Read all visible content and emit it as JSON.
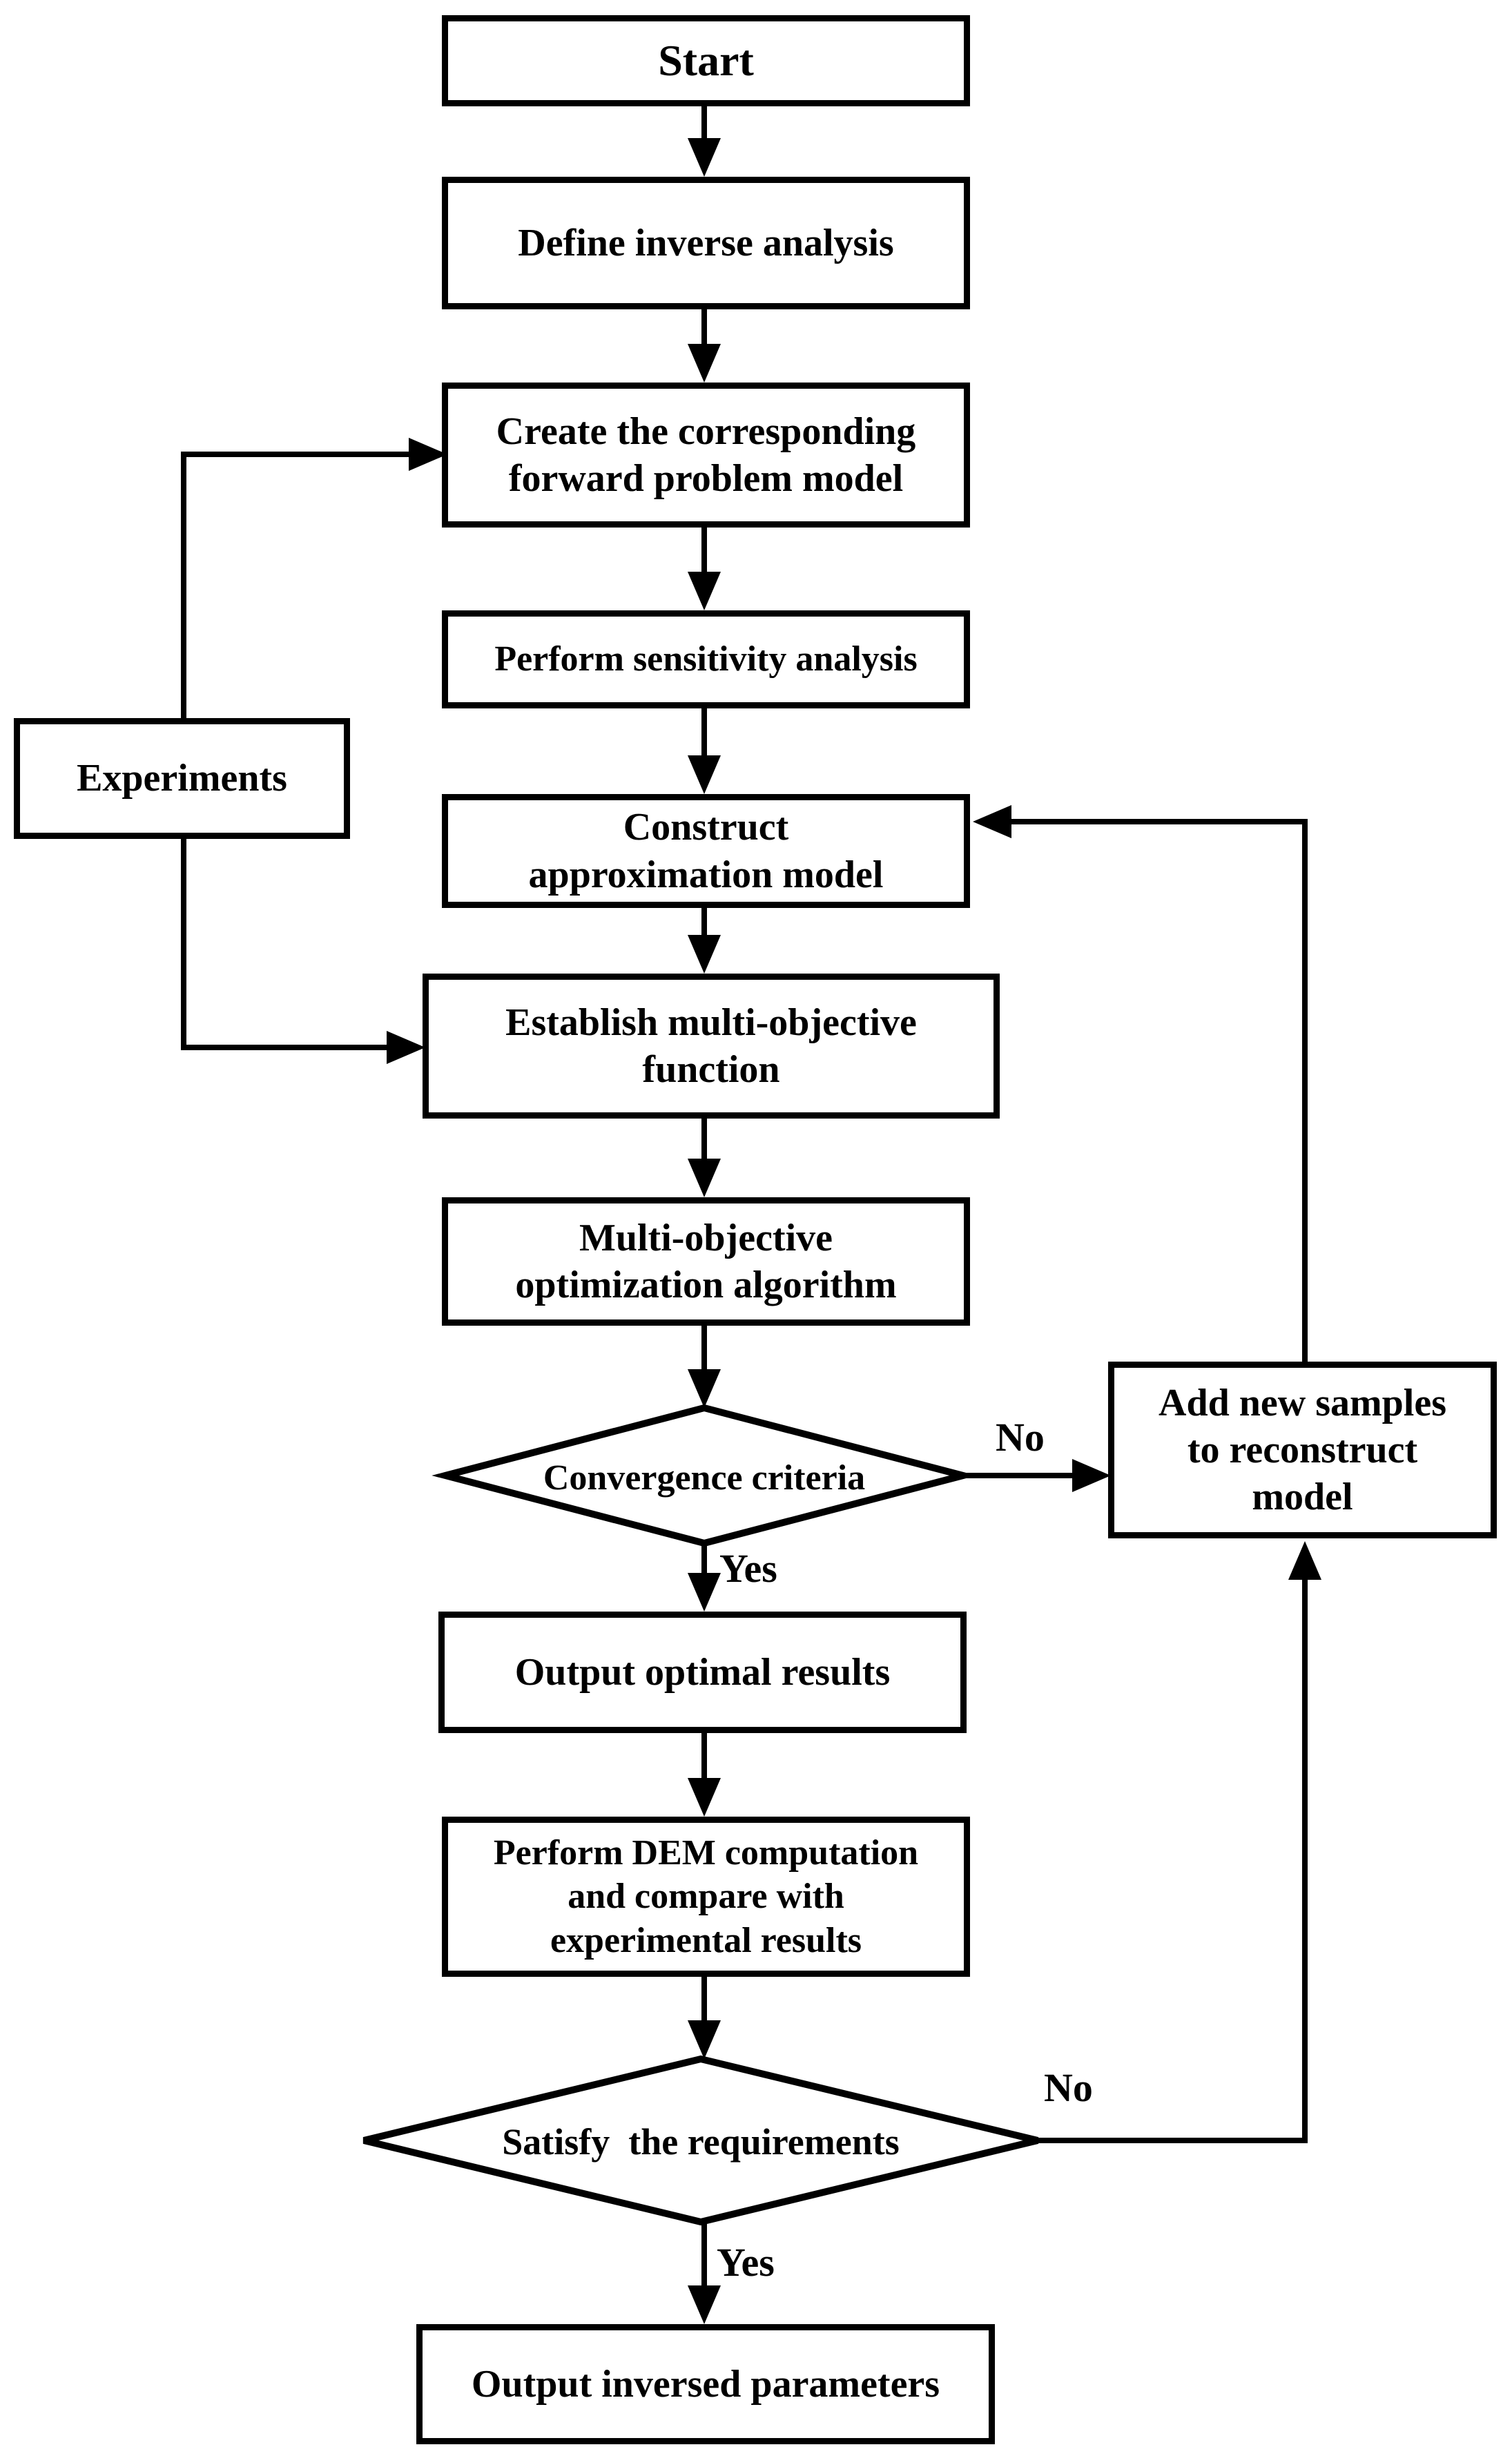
{
  "figure": {
    "type": "flowchart",
    "background_color": "#ffffff",
    "stroke_color": "#000000",
    "text_color": "#000000"
  },
  "nodes": {
    "start": {
      "lines": [
        "Start"
      ]
    },
    "define_inverse": {
      "lines": [
        "Define inverse analysis"
      ]
    },
    "create_forward": {
      "lines": [
        "Create the corresponding",
        "forward problem model"
      ]
    },
    "sensitivity": {
      "lines": [
        "Perform sensitivity analysis"
      ]
    },
    "experiments": {
      "lines": [
        "Experiments"
      ]
    },
    "construct_approx": {
      "lines": [
        "Construct",
        "approximation model"
      ]
    },
    "establish_function": {
      "lines": [
        "Establish multi-objective",
        "function"
      ]
    },
    "multi_objective": {
      "lines": [
        "Multi-objective",
        "optimization algorithm"
      ]
    },
    "convergence": {
      "lines": [
        "Convergence criteria"
      ]
    },
    "add_samples": {
      "lines": [
        "Add new samples",
        "to reconstruct",
        "model"
      ]
    },
    "output_optimal": {
      "lines": [
        "Output optimal results"
      ]
    },
    "dem_computation": {
      "lines": [
        "Perform DEM computation",
        "and compare with",
        "experimental results"
      ]
    },
    "satisfy": {
      "lines": [
        "Satisfy  the requirements"
      ]
    },
    "output_inversed": {
      "lines": [
        "Output inversed parameters"
      ]
    }
  },
  "edge_labels": {
    "convergence_no": "No",
    "convergence_yes": "Yes",
    "satisfy_no": "No",
    "satisfy_yes": "Yes"
  }
}
